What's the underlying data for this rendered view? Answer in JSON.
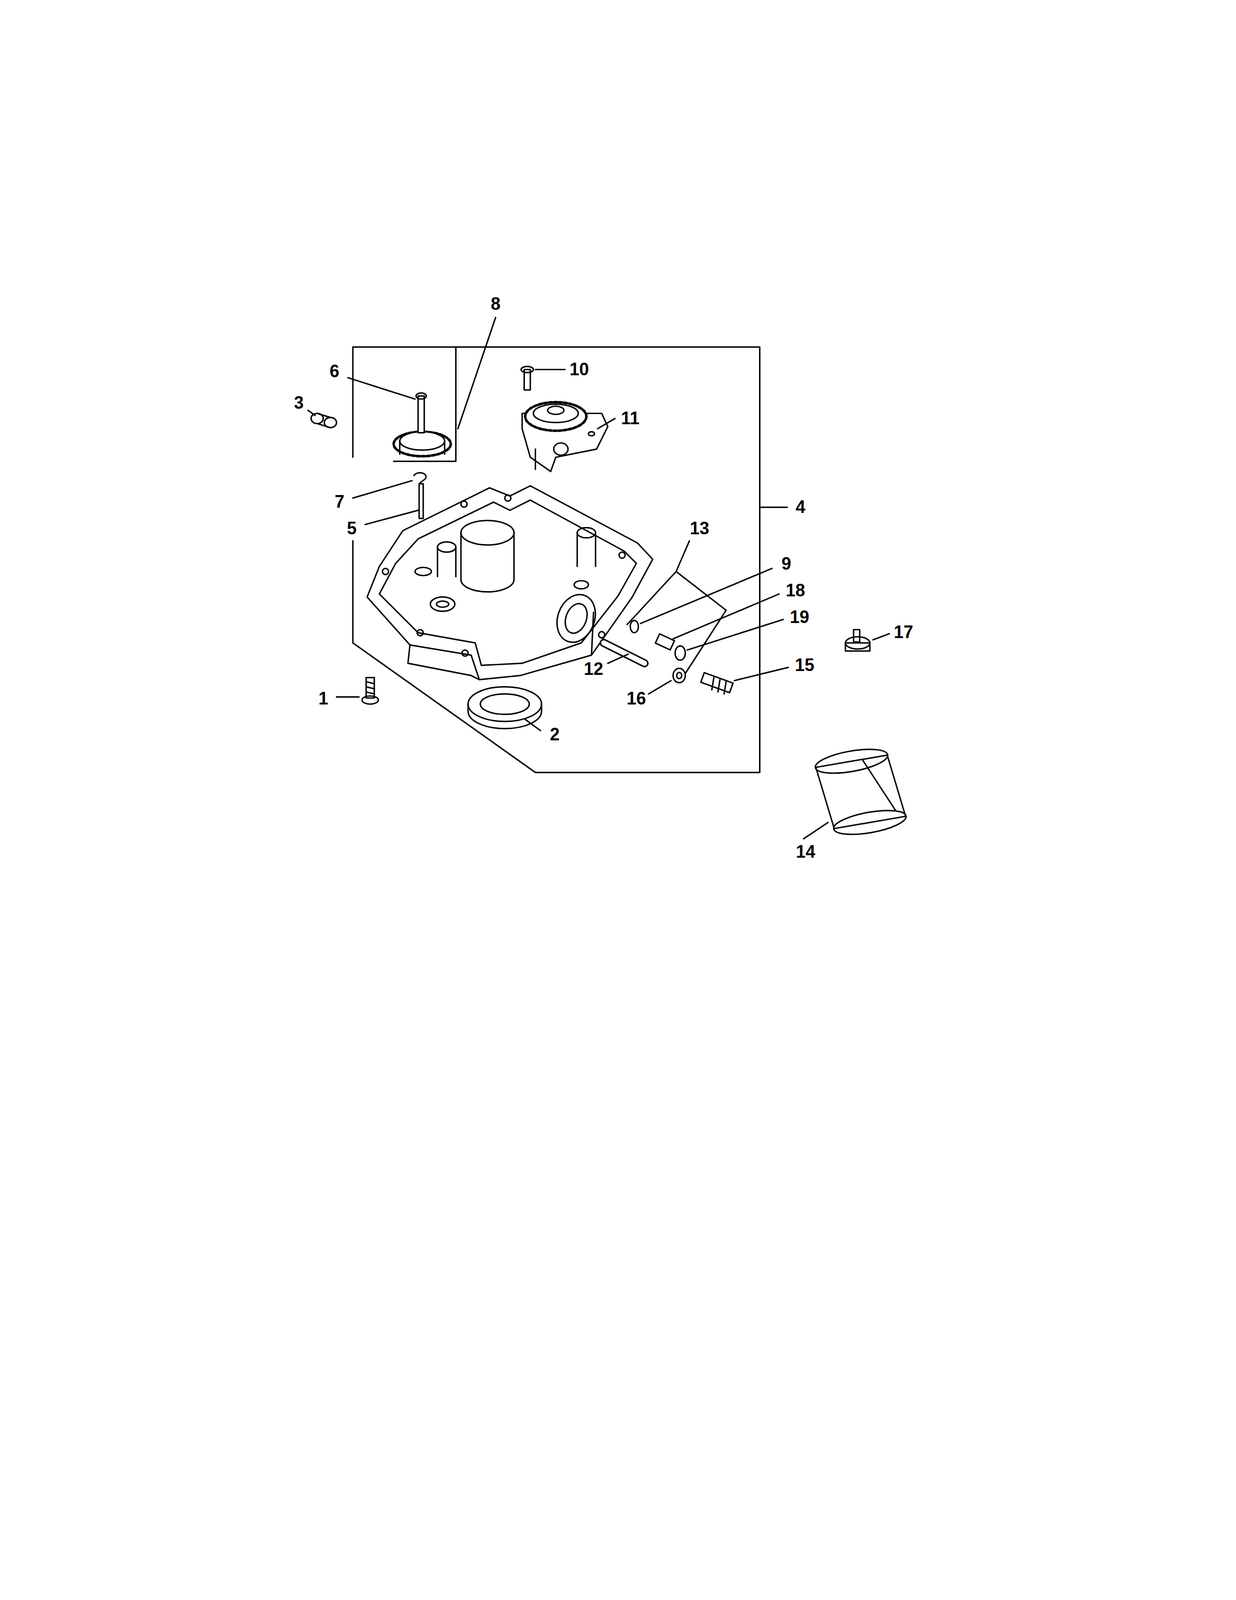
{
  "diagram": {
    "labels": [
      "8",
      "6",
      "10",
      "3",
      "11",
      "7",
      "4",
      "13",
      "5",
      "9",
      "18",
      "19",
      "17",
      "12",
      "15",
      "1",
      "16",
      "2",
      "14"
    ]
  }
}
